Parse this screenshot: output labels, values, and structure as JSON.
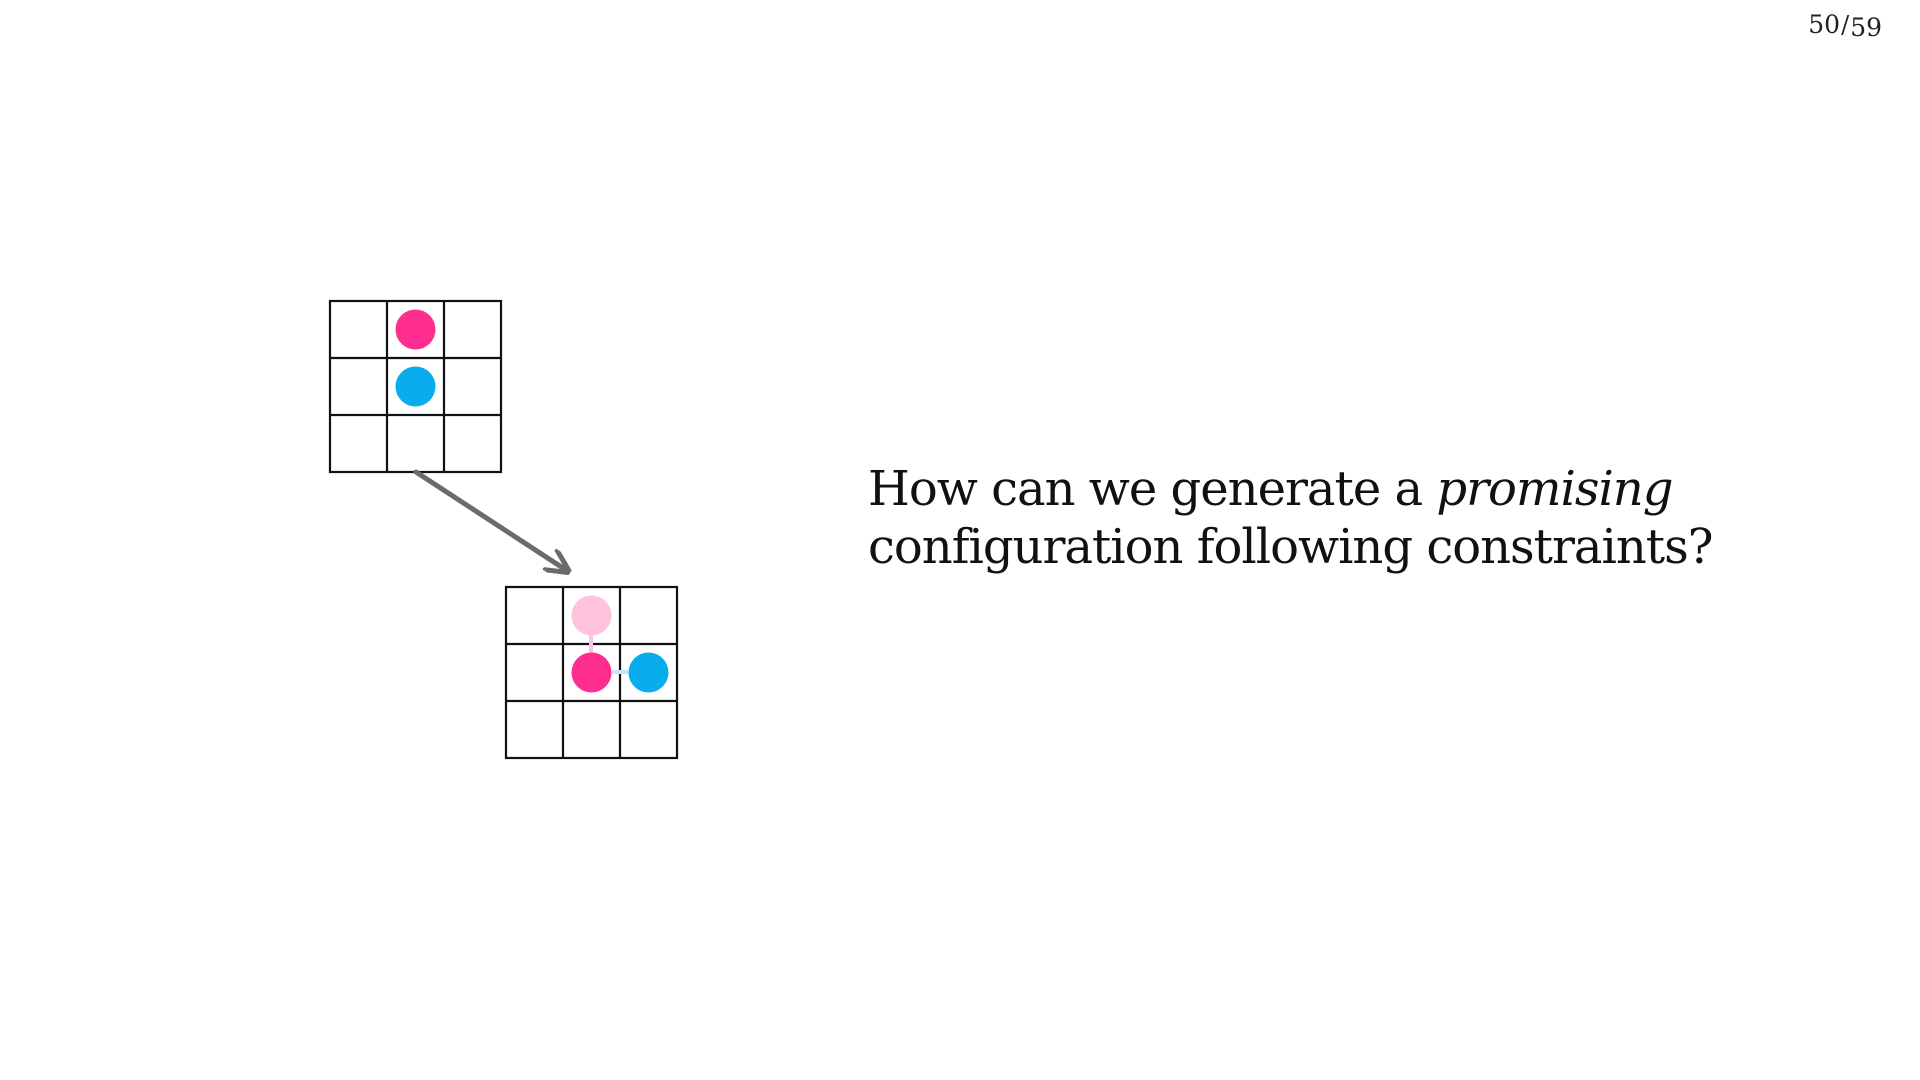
{
  "page_counter": {
    "current": "50",
    "separator": "/",
    "total": "59"
  },
  "question": {
    "line1_before": "How can we generate a ",
    "line1_emphasis": "promising",
    "line2": "configuration following constraints?"
  },
  "colors": {
    "pink": "#ff2d8e",
    "pink_faded": "#ffc2dc",
    "cyan": "#09acec",
    "arrow": "#6b6b6b",
    "grid": "#111111"
  },
  "diagram": {
    "grid_size": 3,
    "grids": [
      {
        "name": "initial-grid",
        "cells": [
          {
            "row": 0,
            "col": 1,
            "color": "pink"
          },
          {
            "row": 1,
            "col": 1,
            "color": "cyan"
          }
        ]
      },
      {
        "name": "result-grid",
        "cells": [
          {
            "row": 0,
            "col": 1,
            "color": "pink_faded"
          },
          {
            "row": 1,
            "col": 1,
            "color": "pink"
          },
          {
            "row": 1,
            "col": 2,
            "color": "cyan"
          }
        ]
      }
    ]
  }
}
